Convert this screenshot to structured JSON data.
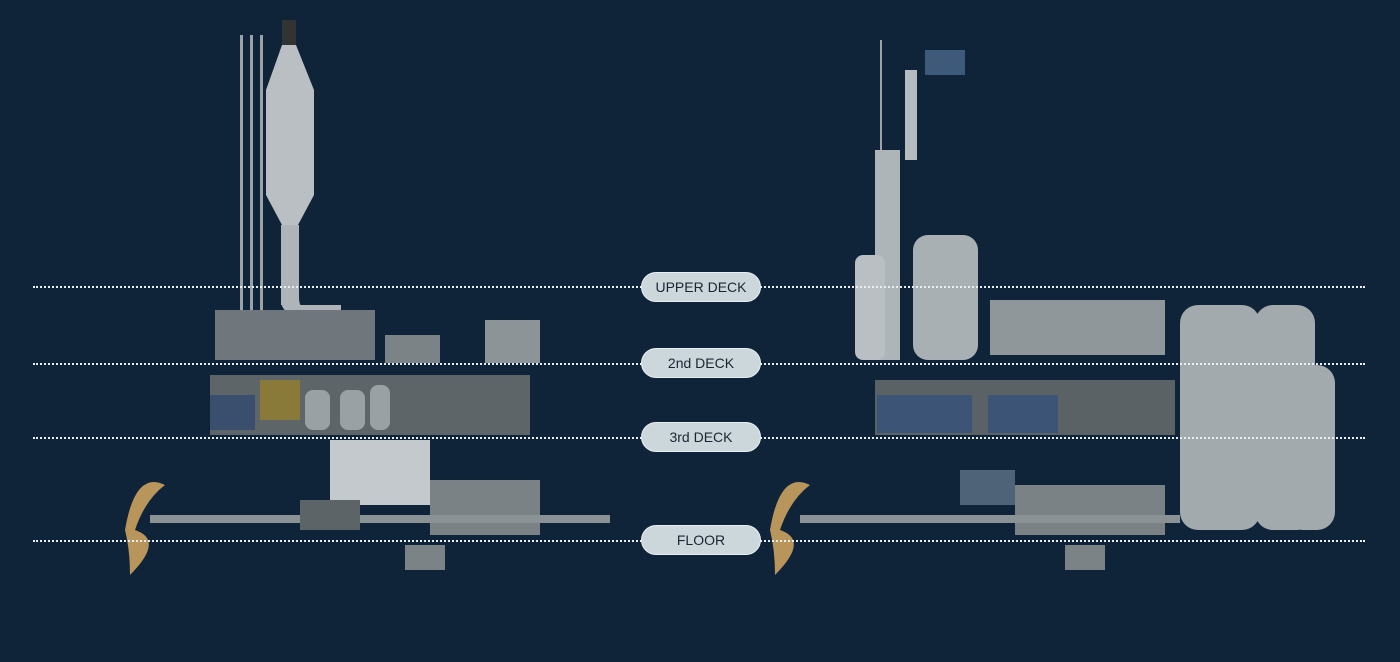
{
  "decks": [
    {
      "label": "UPPER DECK"
    },
    {
      "label": "2nd DECK"
    },
    {
      "label": "3rd DECK"
    },
    {
      "label": "FLOOR"
    }
  ],
  "colors": {
    "background": "#0f2339",
    "pill": "#ccd7db",
    "line": "#e8eef2",
    "propeller": "#b8955a",
    "machinery": "#8a9196"
  }
}
